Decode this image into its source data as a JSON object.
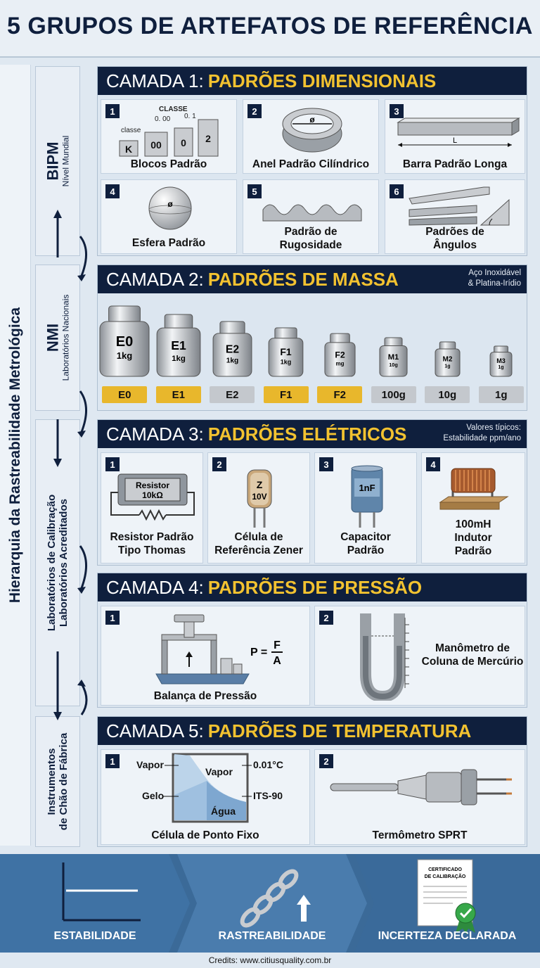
{
  "title": "5 GRUPOS DE ARTEFATOS DE REFERÊNCIA",
  "hierarchy": {
    "title": "Hierarquia da Rastreabilidade Metrológica",
    "levels": [
      {
        "name": "BIPM",
        "sub": "Nível Mundial"
      },
      {
        "name": "NMI",
        "sub": "Laboratórios Nacionais"
      },
      {
        "line1": "Laboratórios de Calibração",
        "line2": "Laboratórios Acreditados"
      },
      {
        "line1": "Instrumentos",
        "line2": "de Chão de Fábrica"
      }
    ]
  },
  "sections": [
    {
      "prefix": "CAMADA 1:",
      "title": "PADRÕES DIMENSIONAIS",
      "items": [
        {
          "num": "1",
          "caption": "Blocos Padrão",
          "labels": {
            "classe_top": "CLASSE",
            "classe": "classe",
            "v000": "0. 00",
            "v01": "0. 1",
            "k": "K",
            "b00": "00",
            "b0": "0",
            "b2": "2"
          }
        },
        {
          "num": "2",
          "caption": "Anel Padrão Cilíndrico",
          "symbol": "ø"
        },
        {
          "num": "3",
          "caption": "Barra Padrão Longa",
          "symbol": "L"
        },
        {
          "num": "4",
          "caption": "Esfera Padrão",
          "symbol": "ø"
        },
        {
          "num": "5",
          "caption1": "Padrão de",
          "caption2": "Rugosidade"
        },
        {
          "num": "6",
          "caption1": "Padrões de",
          "caption2": "Ângulos"
        }
      ]
    },
    {
      "prefix": "CAMADA 2:",
      "title": "PADRÕES DE MASSA",
      "note1": "Aço Inoxidável",
      "note2": "& Platina-Irídio",
      "weights": [
        {
          "code": "E0",
          "mass": "1kg",
          "label": "E0",
          "gold": true
        },
        {
          "code": "E1",
          "mass": "1kg",
          "label": "E1",
          "gold": true
        },
        {
          "code": "E2",
          "mass": "1kg",
          "label": "E2",
          "gold": false
        },
        {
          "code": "F1",
          "mass": "1kg",
          "label": "F1",
          "gold": true
        },
        {
          "code": "F2",
          "mass": "mg",
          "label": "F2",
          "gold": true
        },
        {
          "code": "M1",
          "mass": "10g",
          "label": "100g",
          "gold": false
        },
        {
          "code": "M2",
          "mass": "1g",
          "label": "10g",
          "gold": false
        },
        {
          "code": "M3",
          "mass": "1g",
          "label": "1g",
          "gold": false
        }
      ]
    },
    {
      "prefix": "CAMADA 3:",
      "title": "PADRÕES ELÉTRICOS",
      "note1": "Valores típicos:",
      "note2": "Estabilidade ppm/ano",
      "items": [
        {
          "num": "1",
          "caption1": "Resistor Padrão",
          "caption2": "Tipo Thomas",
          "label1": "Resistor",
          "label2": "10kΩ"
        },
        {
          "num": "2",
          "caption1": "Célula de",
          "caption2": "Referência Zener",
          "label1": "Z",
          "label2": "10V"
        },
        {
          "num": "3",
          "caption1": "Capacitor",
          "caption2": "Padrão",
          "label1": "1nF"
        },
        {
          "num": "4",
          "caption0": "100mH",
          "caption1": "Indutor",
          "caption2": "Padrão"
        }
      ]
    },
    {
      "prefix": "CAMADA 4:",
      "title": "PADRÕES DE PRESSÃO",
      "items": [
        {
          "num": "1",
          "caption": "Balança de Pressão",
          "formula_lhs": "P =",
          "formula_num": "F",
          "formula_den": "A"
        },
        {
          "num": "2",
          "caption1": "Manômetro de",
          "caption2": "Coluna de Mercúrio"
        }
      ]
    },
    {
      "prefix": "CAMADA 5:",
      "title": "PADRÕES DE TEMPERATURA",
      "items": [
        {
          "num": "1",
          "caption": "Célula de Ponto Fixo",
          "vapor_left": "Vapor",
          "vapor_inner": "Vapor",
          "temp": "0.01°C",
          "gelo": "Gelo",
          "its": "ITS-90",
          "agua": "Água"
        },
        {
          "num": "2",
          "caption": "Termômetro SPRT"
        }
      ]
    }
  ],
  "bottom": {
    "items": [
      "ESTABILIDADE",
      "RASTREABILIDADE",
      "INCERTEZA DECLARADA"
    ],
    "cert1": "CERTIFICADO",
    "cert2": "DE CALIBRAÇÃO"
  },
  "credits": "Credits: www.citiusquality.com.br",
  "colors": {
    "navy": "#0f1f3d",
    "gold": "#f2c230",
    "panel": "#dce6f0",
    "band": "#3b6a98"
  }
}
